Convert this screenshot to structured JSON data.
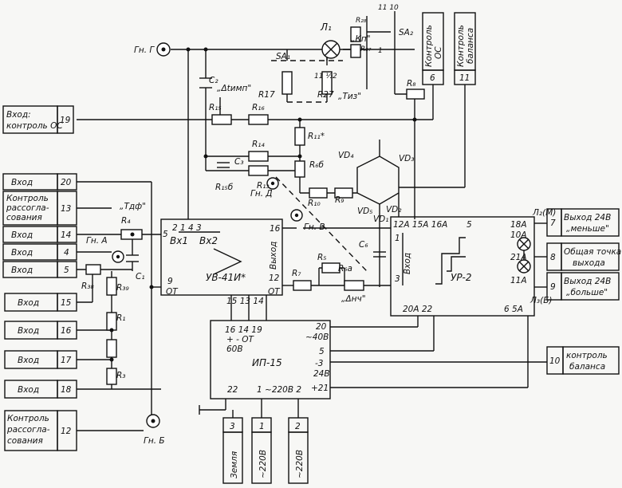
{
  "terminals": {
    "t19": {
      "label1": "Вход:",
      "label2": "контроль ОС",
      "num": "19"
    },
    "t20": {
      "label": "Вход",
      "num": "20"
    },
    "t13": {
      "label1": "Контроль",
      "label2": "рассогла-",
      "label3": "сования",
      "num": "13"
    },
    "t14": {
      "label": "Вход",
      "num": "14"
    },
    "t4": {
      "label": "Вход",
      "num": "4"
    },
    "t5": {
      "label": "Вход",
      "num": "5"
    },
    "t15": {
      "label": "Вход",
      "num": "15"
    },
    "t16": {
      "label": "Вход",
      "num": "16"
    },
    "t17": {
      "label": "Вход",
      "num": "17"
    },
    "t18": {
      "label": "Вход",
      "num": "18"
    },
    "t12": {
      "label1": "Контроль",
      "label2": "рассогла-",
      "label3": "сования",
      "num": "12"
    },
    "t7": {
      "label1": "Выход 24В",
      "label2": "„меньше\"",
      "num": "7"
    },
    "t8": {
      "label1": "Общая точка",
      "label2": "выхода",
      "num": "8"
    },
    "t9": {
      "label1": "Выход 24В",
      "label2": "„больше\"",
      "num": "9"
    },
    "t10": {
      "label1": "контроль",
      "label2": "баланса",
      "num": "10"
    },
    "t3": {
      "label": "Земля",
      "num": "3"
    },
    "t1": {
      "label": "~220В",
      "num": "1"
    },
    "t2": {
      "label": "~220В",
      "num": "2"
    },
    "t6": {
      "label1": "Контроль",
      "label2": "ОС",
      "num": "6"
    },
    "t11": {
      "label1": "Контроль",
      "label2": "баланса",
      "num": "11"
    }
  },
  "jacks": {
    "gng": "Гн. Г",
    "gnd": "Гн. Д",
    "gnv": "Гн. В",
    "gna": "Гн. А",
    "gnb": "Гн. Б"
  },
  "components": {
    "l1": "Л₁",
    "l2": "Л₂(М)",
    "l3": "Л₃(Б)",
    "sa1": "SA₁",
    "sa2": "SA₂",
    "r28": "R₂₈",
    "r37": "R₃₇",
    "kp": "„Кп\"",
    "r17": "R17",
    "r27": "R27",
    "tiz": "„Тиз\"",
    "dt": "„Δtимп\"",
    "c2": "C₂",
    "r15": "R₁₅",
    "r16": "R₁₆",
    "r8": "R₈",
    "r11": "R₁₁*",
    "r14": "R₁₄",
    "c3": "C₃",
    "r15b": "R₁₅б",
    "r13": "R₁₃",
    "r6b": "R₆б",
    "r10": "R₁₀",
    "r9": "R₉",
    "vd4": "VD₄",
    "vd3": "VD₃",
    "vd5": "VD₅",
    "vd1": "VD₁",
    "vd2": "VD₂",
    "c6": "C₆",
    "r5": "R₅",
    "r6a": "R₆а",
    "r7": "R₇",
    "dnch": "„Δнч\"",
    "tdf": "„Тдф\"",
    "r4": "R₄",
    "c1": "C₁",
    "r38": "R₃₈",
    "r39": "R₃₉",
    "r1": "R₁",
    "r3": "R₃",
    "sw_11_10": "11\n10",
    "sw_1": "1",
    "sw_112": "11 ½2"
  },
  "blocks": {
    "uv41": {
      "name": "УВ-41И*",
      "pins_top": "2   1   4   3",
      "vx1": "Вх1",
      "vx2": "Вх2",
      "p16": "16",
      "vyhod": "Выход",
      "p12": "12",
      "p5": "5",
      "p9": "9",
      "ot1": "ОТ",
      "ot2": "ОТ",
      "pins_bottom": "15   13   14"
    },
    "ur2": {
      "name": "УР-2",
      "pins_top": "12А 15А 16А",
      "p5": "5",
      "p18a": "18А",
      "p10a": "10А",
      "p21a": "21А",
      "p11a": "11А",
      "p1": "1",
      "vhod": "Вход",
      "p3": "3",
      "pins_bottom": "20А  22",
      "p6_5a": "6  5А"
    },
    "ip15": {
      "name": "ИП-15",
      "pins_l1": "16  14   19",
      "pins_l2": "+    -    ОТ",
      "v60": "60В",
      "p20": "20",
      "v40": "~40В",
      "p5": "5",
      "pm3": "-3",
      "v24": "24В",
      "p21": "+21",
      "p22": "22",
      "p1220": "1 ~220В  2"
    }
  }
}
